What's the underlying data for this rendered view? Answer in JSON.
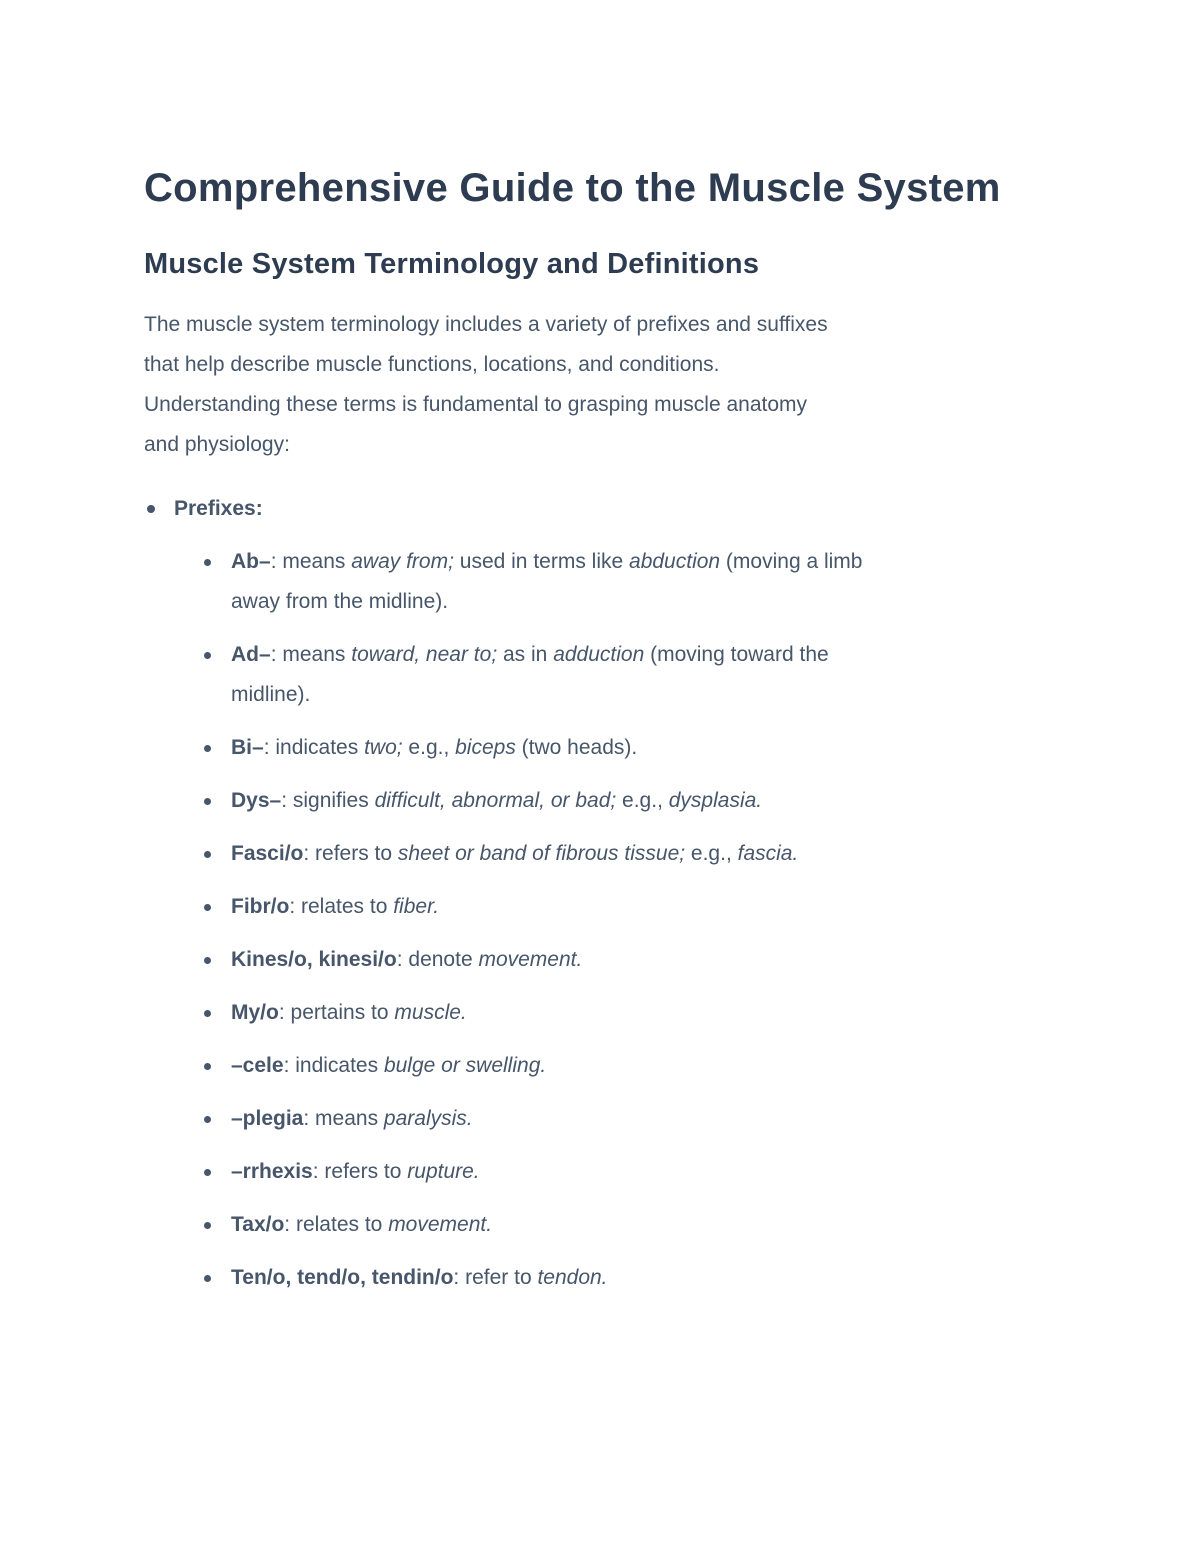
{
  "page": {
    "background_color": "#ffffff",
    "heading_color": "#2e3c51",
    "body_text_color": "#47566a"
  },
  "document": {
    "title": "Comprehensive Guide to the Muscle System",
    "section_heading": "Muscle System Terminology and Definitions",
    "intro_paragraph": "The muscle system terminology includes a variety of prefixes and suffixes\nthat help describe muscle functions, locations, and conditions.\nUnderstanding these terms is fundamental to grasping muscle anatomy\nand physiology:",
    "terminology_list": {
      "label_segments": [
        {
          "t": "Prefixes:",
          "b": true
        }
      ],
      "items": [
        {
          "segments": [
            {
              "t": "Ab–",
              "b": true
            },
            {
              "t": ": means "
            },
            {
              "t": "away from;",
              "i": true
            },
            {
              "t": " used in terms like "
            },
            {
              "t": "abduction",
              "i": true
            },
            {
              "t": " (moving a limb"
            },
            {
              "br": true
            },
            {
              "t": "away from the midline)."
            }
          ]
        },
        {
          "segments": [
            {
              "t": "Ad–",
              "b": true
            },
            {
              "t": ": means "
            },
            {
              "t": "toward, near to;",
              "i": true
            },
            {
              "t": " as in "
            },
            {
              "t": "adduction",
              "i": true
            },
            {
              "t": " (moving toward the"
            },
            {
              "br": true
            },
            {
              "t": "midline)."
            }
          ]
        },
        {
          "segments": [
            {
              "t": "Bi–",
              "b": true
            },
            {
              "t": ": indicates "
            },
            {
              "t": "two;",
              "i": true
            },
            {
              "t": " e.g., "
            },
            {
              "t": "biceps",
              "i": true
            },
            {
              "t": " (two heads)."
            }
          ]
        },
        {
          "segments": [
            {
              "t": "Dys–",
              "b": true
            },
            {
              "t": ": signifies "
            },
            {
              "t": "difficult, abnormal, or bad;",
              "i": true
            },
            {
              "t": " e.g., "
            },
            {
              "t": "dysplasia.",
              "i": true
            }
          ]
        },
        {
          "segments": [
            {
              "t": "Fasci/o",
              "b": true
            },
            {
              "t": ": refers to "
            },
            {
              "t": "sheet or band of fibrous tissue;",
              "i": true
            },
            {
              "t": " e.g., "
            },
            {
              "t": "fascia.",
              "i": true
            }
          ]
        },
        {
          "segments": [
            {
              "t": "Fibr/o",
              "b": true
            },
            {
              "t": ": relates to "
            },
            {
              "t": "fiber.",
              "i": true
            }
          ]
        },
        {
          "segments": [
            {
              "t": "Kines/o, kinesi/o",
              "b": true
            },
            {
              "t": ": denote "
            },
            {
              "t": "movement.",
              "i": true
            }
          ]
        },
        {
          "segments": [
            {
              "t": "My/o",
              "b": true
            },
            {
              "t": ": pertains to "
            },
            {
              "t": "muscle.",
              "i": true
            }
          ]
        },
        {
          "segments": [
            {
              "t": "–cele",
              "b": true
            },
            {
              "t": ": indicates "
            },
            {
              "t": "bulge or swelling.",
              "i": true
            }
          ]
        },
        {
          "segments": [
            {
              "t": "–plegia",
              "b": true
            },
            {
              "t": ": means "
            },
            {
              "t": "paralysis.",
              "i": true
            }
          ]
        },
        {
          "segments": [
            {
              "t": "–rrhexis",
              "b": true
            },
            {
              "t": ": refers to "
            },
            {
              "t": "rupture.",
              "i": true
            }
          ]
        },
        {
          "segments": [
            {
              "t": "Tax/o",
              "b": true
            },
            {
              "t": ": relates to "
            },
            {
              "t": "movement.",
              "i": true
            }
          ]
        },
        {
          "segments": [
            {
              "t": "Ten/o, tend/o, tendin/o",
              "b": true
            },
            {
              "t": ": refer to "
            },
            {
              "t": "tendon.",
              "i": true
            }
          ]
        }
      ]
    }
  }
}
